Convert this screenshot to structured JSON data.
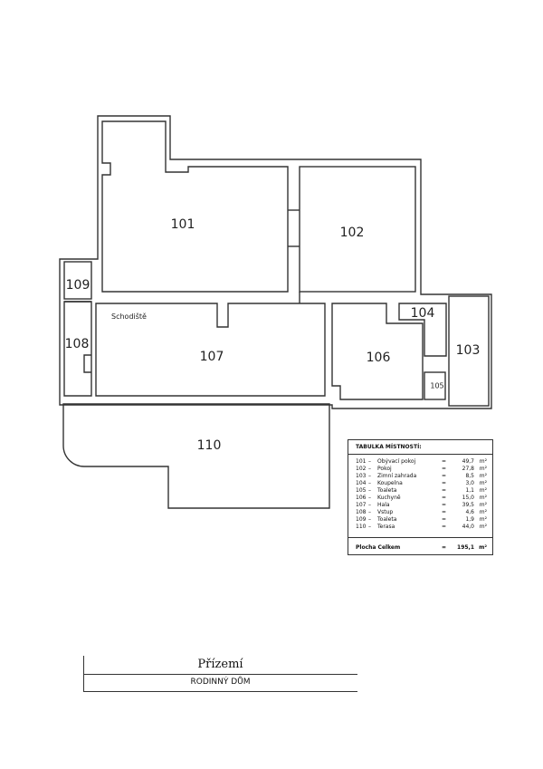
{
  "plan": {
    "rooms": [
      {
        "id": "101",
        "label": "101"
      },
      {
        "id": "102",
        "label": "102"
      },
      {
        "id": "103",
        "label": "103"
      },
      {
        "id": "104",
        "label": "104"
      },
      {
        "id": "105",
        "label": "105"
      },
      {
        "id": "106",
        "label": "106"
      },
      {
        "id": "107",
        "label": "107"
      },
      {
        "id": "108",
        "label": "108"
      },
      {
        "id": "109",
        "label": "109"
      },
      {
        "id": "110",
        "label": "110"
      }
    ],
    "stair_label": "Schodiště"
  },
  "legend": {
    "title": "TABULKA MÍSTNOSTÍ:",
    "rows": [
      {
        "num": "101",
        "dash": "–",
        "name": "Obývací pokoj",
        "eq": "=",
        "value": "49,7",
        "unit": "m²"
      },
      {
        "num": "102",
        "dash": "–",
        "name": "Pokoj",
        "eq": "=",
        "value": "27,8",
        "unit": "m²"
      },
      {
        "num": "103",
        "dash": "–",
        "name": "Zimní zahrada",
        "eq": "=",
        "value": "8,5",
        "unit": "m²"
      },
      {
        "num": "104",
        "dash": "–",
        "name": "Koupelna",
        "eq": "=",
        "value": "3,0",
        "unit": "m²"
      },
      {
        "num": "105",
        "dash": "–",
        "name": "Toaleta",
        "eq": "=",
        "value": "1,1",
        "unit": "m²"
      },
      {
        "num": "106",
        "dash": "–",
        "name": "Kuchyně",
        "eq": "=",
        "value": "15,0",
        "unit": "m²"
      },
      {
        "num": "107",
        "dash": "–",
        "name": "Hala",
        "eq": "=",
        "value": "39,5",
        "unit": "m²"
      },
      {
        "num": "108",
        "dash": "–",
        "name": "Vstup",
        "eq": "=",
        "value": "4,6",
        "unit": "m²"
      },
      {
        "num": "109",
        "dash": "–",
        "name": "Toaleta",
        "eq": "=",
        "value": "1,9",
        "unit": "m²"
      },
      {
        "num": "110",
        "dash": "–",
        "name": "Terasa",
        "eq": "=",
        "value": "44,0",
        "unit": "m²"
      }
    ],
    "total": {
      "name": "Plocha Celkem",
      "eq": "=",
      "value": "195,1",
      "unit": "m²"
    }
  },
  "title_block": {
    "floor": "Přízemí",
    "name": "RODINNÝ DŮM"
  }
}
